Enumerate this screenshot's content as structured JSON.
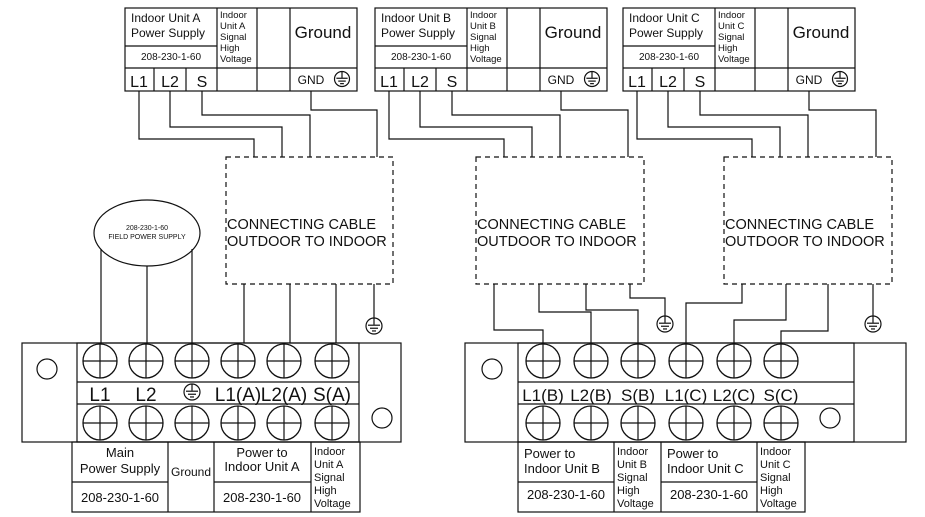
{
  "indoor_units": [
    {
      "power_supply": [
        "Indoor Unit  A",
        "Power  Supply"
      ],
      "voltage": "208-230-1-60",
      "signal": [
        "Indoor",
        "Unit A",
        "Signal",
        "High",
        "Voltage"
      ],
      "ground": "Ground",
      "terminals": [
        "L1",
        "L2",
        "S"
      ],
      "gnd_label": "GND"
    },
    {
      "power_supply": [
        "Indoor Unit  B",
        "Power  Supply"
      ],
      "voltage": "208-230-1-60",
      "signal": [
        "Indoor",
        "Unit B",
        "Signal",
        "High",
        "Voltage"
      ],
      "ground": "Ground",
      "terminals": [
        "L1",
        "L2",
        "S"
      ],
      "gnd_label": "GND"
    },
    {
      "power_supply": [
        "Indoor Unit  C",
        "Power  Supply"
      ],
      "voltage": "208-230-1-60",
      "signal": [
        "Indoor",
        "Unit C",
        "Signal",
        "High",
        "Voltage"
      ],
      "ground": "Ground",
      "terminals": [
        "L1",
        "L2",
        "S"
      ],
      "gnd_label": "GND"
    }
  ],
  "cable_label": [
    "CONNECTING CABLE",
    "OUTDOOR TO INDOOR"
  ],
  "field_supply": [
    "208-230-1-60",
    "FIELD POWER SUPPLY"
  ],
  "outdoor_left": {
    "terminals": [
      "L1",
      "L2",
      "",
      "L1(A)",
      "L2(A)",
      "S(A)"
    ],
    "main_supply": [
      "Main",
      "Power Supply"
    ],
    "main_voltage": "208-230-1-60",
    "ground": "Ground",
    "power_to": [
      "Power  to",
      "Indoor Unit A"
    ],
    "power_voltage": "208-230-1-60",
    "signal": [
      "Indoor",
      "Unit  A",
      "Signal",
      "High",
      "Voltage"
    ]
  },
  "outdoor_right": {
    "terminals": [
      "L1(B)",
      "L2(B)",
      "S(B)",
      "L1(C)",
      "L2(C)",
      "S(C)"
    ],
    "power_to_b": [
      "Power  to",
      "Indoor Unit B"
    ],
    "voltage_b": "208-230-1-60",
    "signal_b": [
      "Indoor",
      "Unit  B",
      "Signal",
      "High",
      "Voltage"
    ],
    "power_to_c": [
      "Power  to",
      "Indoor Unit C"
    ],
    "voltage_c": "208-230-1-60",
    "signal_c": [
      "Indoor",
      "Unit  C",
      "Signal",
      "High",
      "Voltage"
    ]
  },
  "colors": {
    "ink": "#111111",
    "background": "#ffffff"
  }
}
